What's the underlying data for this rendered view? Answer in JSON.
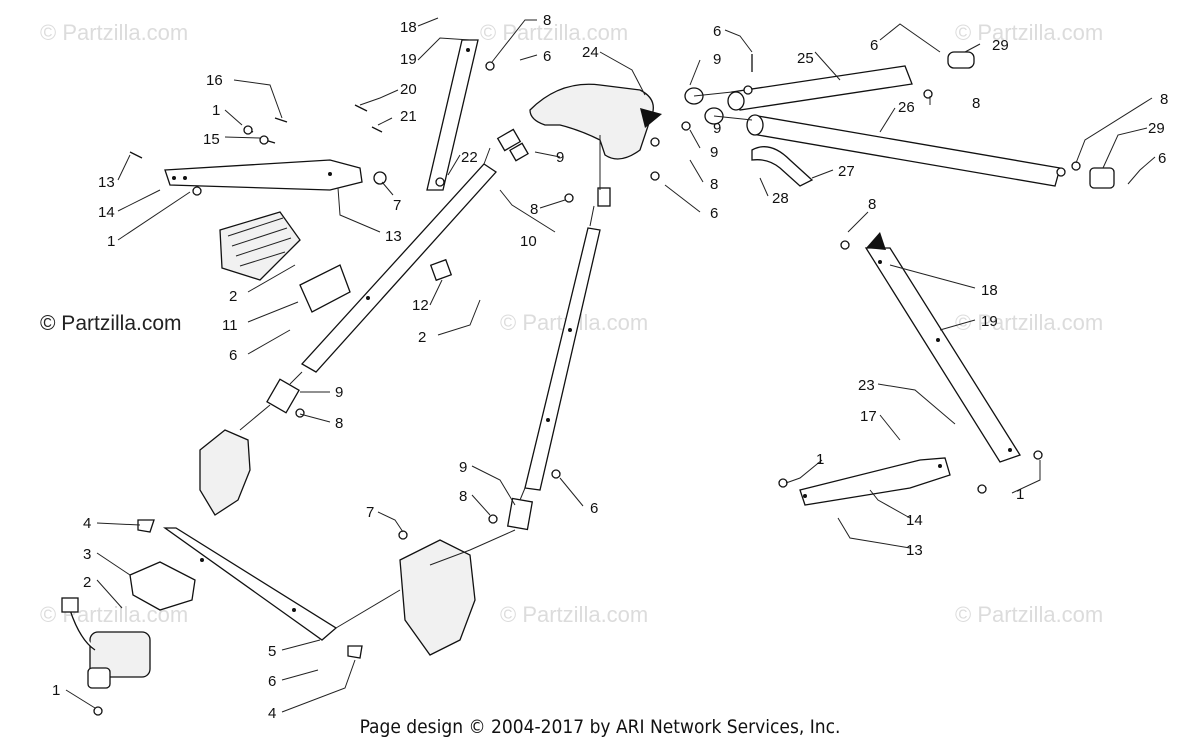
{
  "watermark": "© Partzilla.com",
  "watermark_dark": "© Partzilla.com",
  "footer": "Page design © 2004-2017 by ARI Network Services, Inc.",
  "callouts": {
    "c1": "18",
    "c2": "8",
    "c3": "6",
    "c4": "24",
    "c5": "6",
    "c6": "9",
    "c7": "25",
    "c8": "6",
    "c9": "29",
    "c10": "19",
    "c11": "20",
    "c12": "21",
    "c13": "22",
    "c14": "16",
    "c15": "1",
    "c16": "15",
    "c17": "13",
    "c18": "14",
    "c19": "1",
    "c20": "7",
    "c21": "13",
    "c22": "9",
    "c23": "8",
    "c24": "6",
    "c25": "10",
    "c26": "9",
    "c27": "8",
    "c28": "8",
    "c29": "26",
    "c30": "27",
    "c31": "28",
    "c32": "29",
    "c33": "6",
    "c34": "8",
    "c35": "18",
    "c36": "19",
    "c37": "2",
    "c38": "11",
    "c39": "6",
    "c40": "12",
    "c41": "2",
    "c42": "9",
    "c43": "8",
    "c44": "23",
    "c45": "17",
    "c46": "1",
    "c47": "1",
    "c48": "14",
    "c49": "13",
    "c50": "9",
    "c51": "8",
    "c52": "6",
    "c53": "7",
    "c54": "4",
    "c55": "3",
    "c56": "2",
    "c57": "5",
    "c58": "6",
    "c59": "4",
    "c60": "1",
    "c61": "8",
    "c62": "9"
  }
}
